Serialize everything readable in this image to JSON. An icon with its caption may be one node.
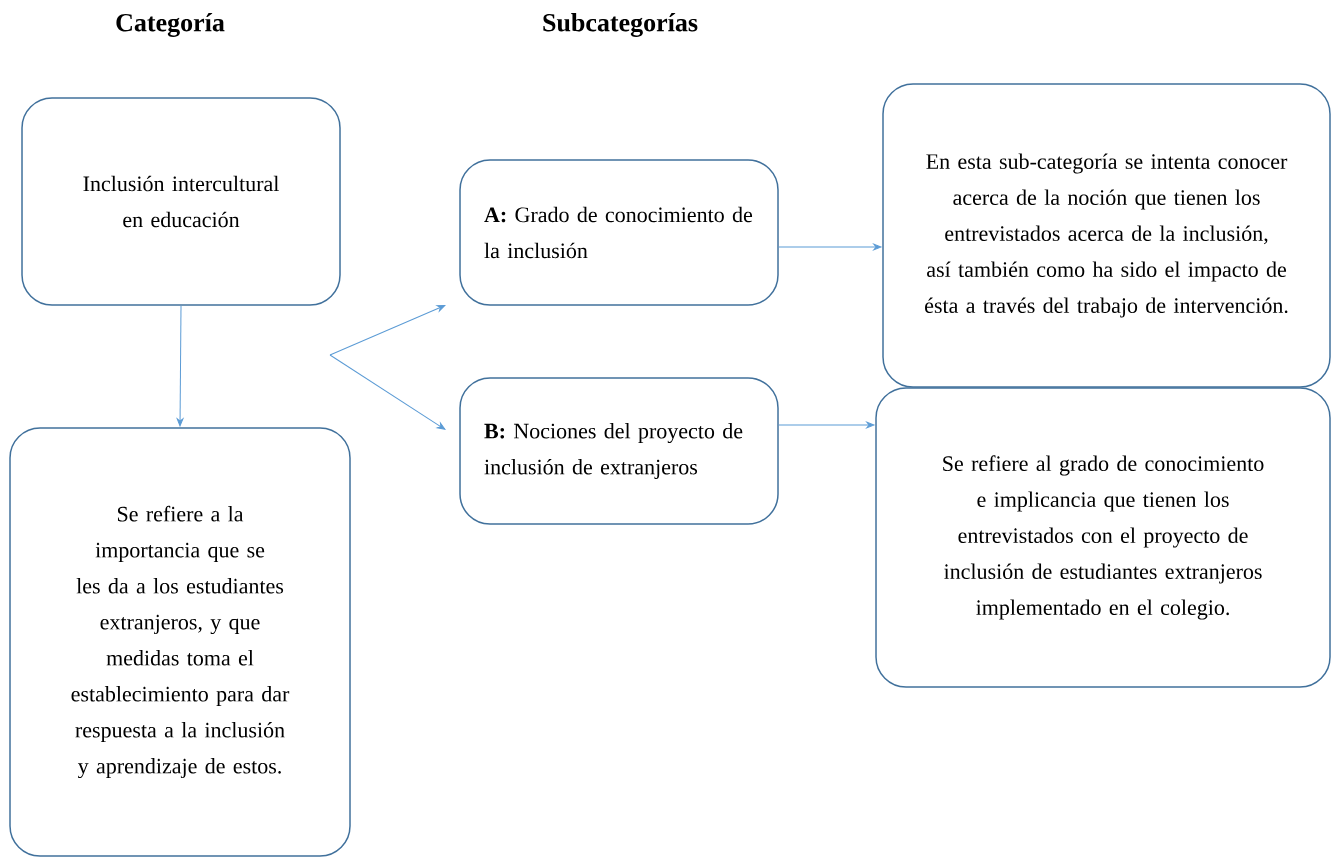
{
  "diagram": {
    "nodes": [
      {
        "text": [
          "Inclusión intercultural en educación"
        ]
      },
      {
        "text": [
          "Se refiere a la importancia que se les da a los estudiantes extranjeros, y que medidas toma el establecimiento para dar respuesta a la inclusión y aprendizaje de estos."
        ]
      },
      {
        "text": [
          "**A:** Grado de conocimiento de la inclusión"
        ]
      },
      {
        "text": [
          "En esta sub-categoría se intenta conocer acerca de la noción que tienen los entrevistados acerca de la inclusión, así también como ha sido el impacto de ésta a través del trabajo de intervención."
        ]
      },
      {
        "text": [
          "**B:** Nociones del proyecto de inclusión de extranjeros"
        ]
      },
      {
        "text": [
          "Se refiere al grado de conocimiento e implicancia que tienen los entrevistados con el proyecto de inclusión de estudiantes extranjeros implementado en el colegio."
        ]
      }
    ],
    "edges": [
      {
        "from": 0,
        "to": 1,
        "arrow": "to"
      },
      {
        "from": null,
        "to": 2,
        "arrow": "to"
      },
      {
        "from": null,
        "to": 4,
        "arrow": "to"
      },
      {
        "from": 2,
        "to": 3,
        "arrow": "to"
      },
      {
        "from": 4,
        "to": 5,
        "arrow": "to"
      }
    ],
    "labels": [
      "Categoría",
      "Subcategorías"
    ]
  }
}
